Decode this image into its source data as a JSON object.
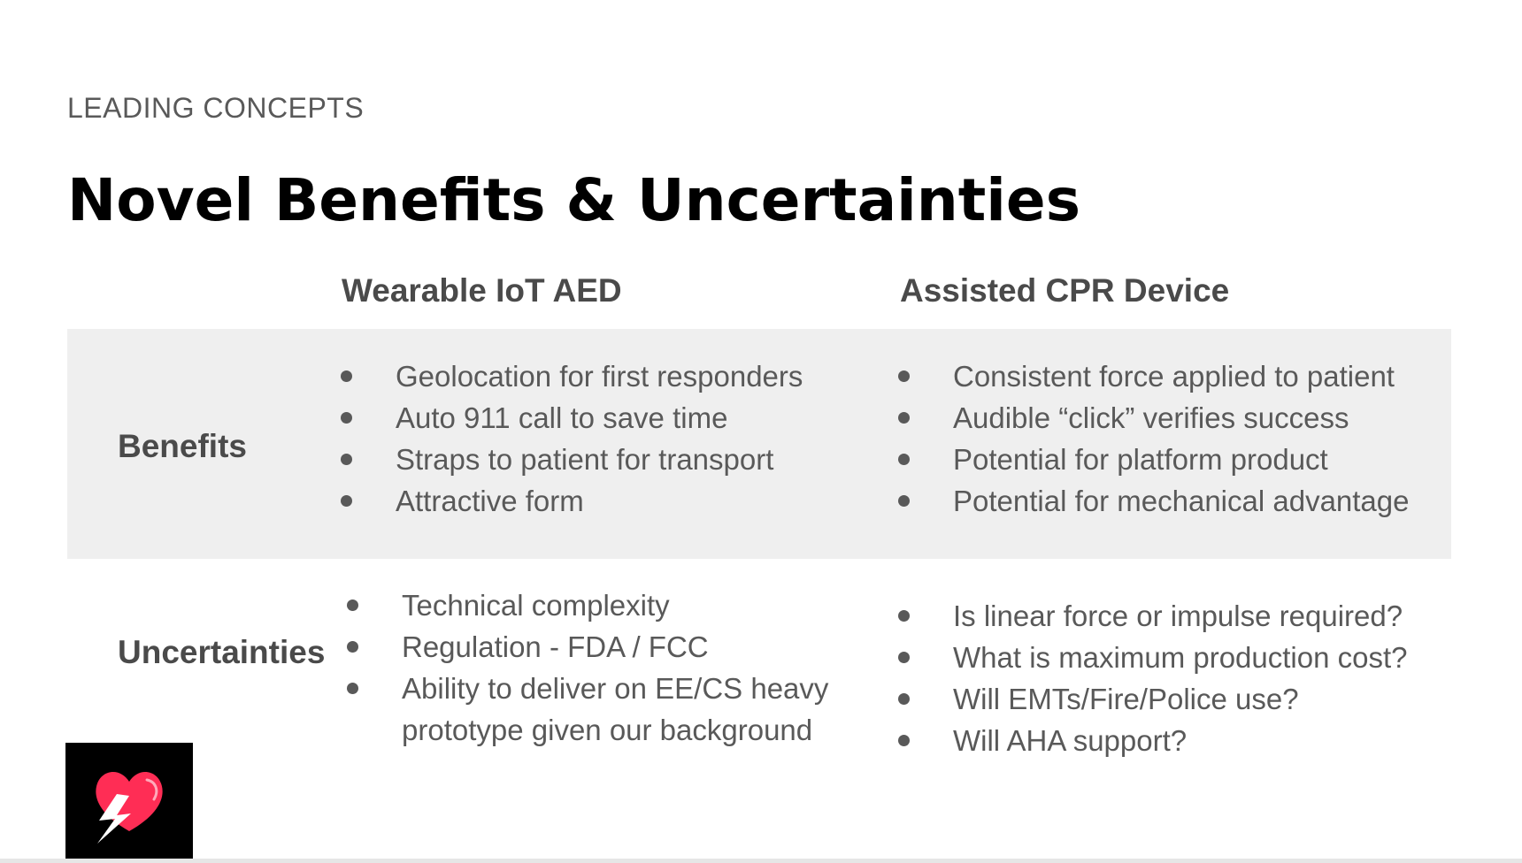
{
  "slide": {
    "eyebrow": "LEADING CONCEPTS",
    "title": "Novel Benefits & Uncertainties"
  },
  "columns": {
    "aed": "Wearable IoT AED",
    "cpr": "Assisted CPR Device"
  },
  "rows": {
    "benefits": {
      "label": "Benefits",
      "aed": [
        "Geolocation for first responders",
        "Auto 911 call to save time",
        "Straps to patient for transport",
        "Attractive form"
      ],
      "cpr": [
        "Consistent force applied to patient",
        "Audible “click” verifies success",
        "Potential for platform product",
        "Potential for mechanical advantage"
      ]
    },
    "uncertainties": {
      "label": "Uncertainties",
      "aed": [
        "Technical complexity",
        "Regulation - FDA / FCC",
        "Ability to deliver on EE/CS heavy",
        "prototype given our background"
      ],
      "cpr": [
        "Is linear force or impulse required?",
        "What is maximum production cost?",
        "Will EMTs/Fire/Police use?",
        "Will AHA support?"
      ]
    }
  },
  "logo": {
    "icon": "heart-lightning-icon",
    "colors": {
      "background": "#000000",
      "heart": "#ff2d55",
      "bolt": "#ffffff"
    }
  }
}
